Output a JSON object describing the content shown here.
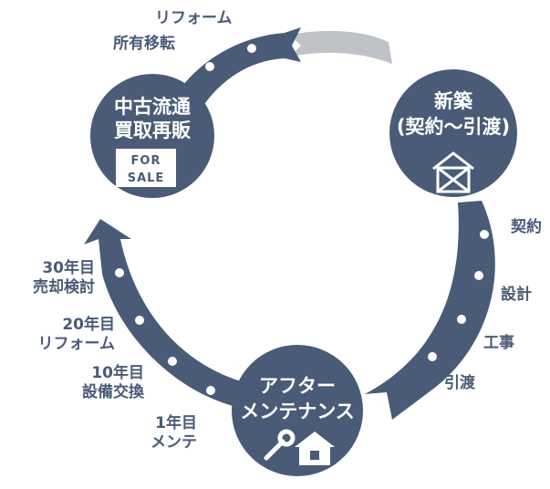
{
  "colors": {
    "navy": "#4a5b77",
    "gray": "#bfc2c6",
    "dot": "#ffffff"
  },
  "stages": {
    "resale": {
      "line1": "中古流通",
      "line2": "買取再販",
      "sign_line1": "FOR",
      "sign_line2": "SALE"
    },
    "newbuild": {
      "line1": "新築",
      "line2": "(契約〜引渡)",
      "icon": "house-frame-icon"
    },
    "after": {
      "line1": "アフター",
      "line2": "メンテナンス",
      "icon": "tools-house-icon"
    }
  },
  "steps_top": [
    "リフォーム",
    "所有移転"
  ],
  "steps_right": [
    "契約",
    "設計",
    "工事",
    "引渡"
  ],
  "steps_left": [
    {
      "a": "30年目",
      "b": "売却検討"
    },
    {
      "a": "20年目",
      "b": "リフォーム"
    },
    {
      "a": "10年目",
      "b": "設備交換"
    },
    {
      "a": "1年目",
      "b": "メンテ"
    }
  ]
}
